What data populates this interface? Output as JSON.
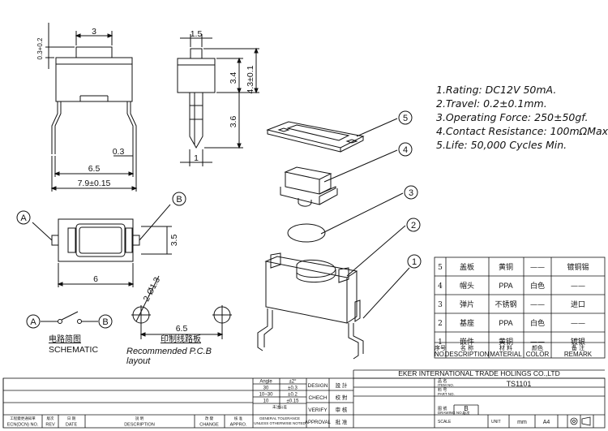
{
  "specs": [
    "1.Rating: DC12V  50mA.",
    "2.Travel: 0.2±0.1mm.",
    "3.Operating  Force:  250±50gf.",
    "4.Contact  Resistance: 100mΩMax.",
    "5.Life: 50,000  Cycles  Min."
  ],
  "dims": {
    "front_top": "3",
    "front_cap_h": "0.3+0.2",
    "front_03": "0.3",
    "front_65": "6.5",
    "front_79": "7.9±0.15",
    "side_15": "1.5",
    "side_34": "3.4",
    "side_43": "4.3±0.1",
    "side_36": "3.6",
    "side_1": "1",
    "top_35": "3.5",
    "top_6": "6",
    "pcb_hole": "2-Ø1.3",
    "pcb_65": "6.5"
  },
  "callouts": {
    "a": "A",
    "b": "B",
    "n1": "1",
    "n2": "2",
    "n3": "3",
    "n4": "4",
    "n5": "5"
  },
  "captions": {
    "schematic_cn": "电路简图",
    "schematic_en": "SCHEMATIC",
    "pcb_cn": "印制线路板",
    "pcb_en1": "Recommended  P.C.B",
    "pcb_en2": "layout"
  },
  "bom": {
    "rows": [
      {
        "no": "5",
        "desc": "盖板",
        "mat": "黄铜",
        "color": "——",
        "remark": "镀铜锡"
      },
      {
        "no": "4",
        "desc": "帽头",
        "mat": "PPA",
        "color": "白色",
        "remark": "——"
      },
      {
        "no": "3",
        "desc": "弹片",
        "mat": "不锈钢",
        "color": "——",
        "remark": "进口"
      },
      {
        "no": "2",
        "desc": "基座",
        "mat": "PPA",
        "color": "白色",
        "remark": "——"
      },
      {
        "no": "1",
        "desc": "嵌件",
        "mat": "黄铜",
        "color": "——",
        "remark": "镀银"
      }
    ],
    "header_cn": [
      "序号",
      "名 称",
      "材 料",
      "颜色",
      "备 注"
    ],
    "header_en": [
      "NO.",
      "DESCRIPTION",
      "MATERIAL",
      "COLOR",
      "REMARK"
    ]
  },
  "title_block": {
    "company": "EKER INTERNATIONAL TRADE HOLINGS CO.,LTD",
    "part_name_cn": "品 名",
    "part_name_en": "ITEM NO.",
    "part_no_cn": "料 号",
    "part_no_en": "PART NO.",
    "drawing_no_cn": "图 號",
    "drawing_no_en": "DRAWING NO.",
    "model": "TS1101",
    "rev_letter": "B",
    "rev_cn": "版次",
    "scale": "SCALE",
    "unit": "UNIT",
    "unit_val": "mm",
    "size": "A4",
    "roles": [
      {
        "en": "DESIGN",
        "cn": "設 計"
      },
      {
        "en": "CHECH",
        "cn": "校 對"
      },
      {
        "en": "VERIFY",
        "cn": "审 核"
      },
      {
        "en": "APPROVAL",
        "cn": "批 准"
      }
    ],
    "tolerance": [
      {
        "range": "Angle",
        "tol": "±2°"
      },
      {
        "range": "30",
        "tol": "±0.3"
      },
      {
        "range": "10~30",
        "tol": "±0.2"
      },
      {
        "range": "10",
        "tol": "±0.15"
      }
    ],
    "tol_note": "GENERAL TOLERANCE",
    "tol_note2": "UNLESS OTHERWISE NOTED",
    "tol_cn": "未注公差",
    "rev_cols_cn": [
      "工程變更通知單",
      "版次",
      "日 期",
      "說 明",
      "改 變",
      "核 准"
    ],
    "rev_cols_en": [
      "ECN(DCN) NO.",
      "REV",
      "DATE",
      "DESCRIPTION",
      "CHANGE",
      "APPRO."
    ]
  }
}
